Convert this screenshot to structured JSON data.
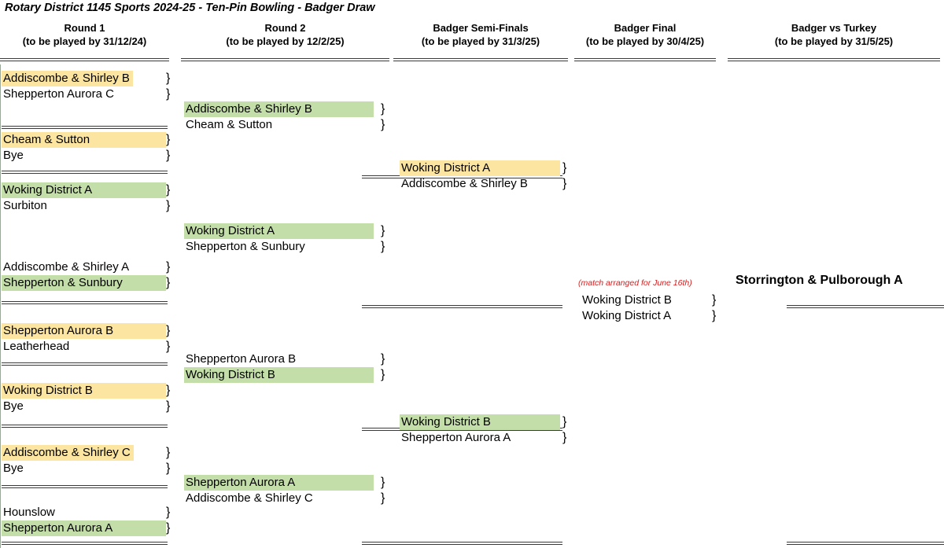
{
  "title": "Rotary District 1145 Sports 2024-25 - Ten-Pin Bowling - Badger Draw",
  "colors": {
    "highlight_amber": "#fce5a0",
    "highlight_green": "#c4dea9",
    "annotation_red": "#d32020",
    "rule": "#3a3a3a"
  },
  "columns": [
    {
      "name": "Round 1",
      "deadline": "(to be played by 31/12/24)"
    },
    {
      "name": "Round 2",
      "deadline": "(to be played by 12/2/25)"
    },
    {
      "name": "Badger Semi-Finals",
      "deadline": "(to be played by 31/3/25)"
    },
    {
      "name": "Badger Final",
      "deadline": "(to be played by 30/4/25)"
    },
    {
      "name": "Badger vs Turkey",
      "deadline": "(to be played by 31/5/25)"
    }
  ],
  "round1": [
    {
      "top": {
        "team": "Addiscombe & Shirley B",
        "highlight": "amber"
      },
      "bottom": {
        "team": "Shepperton Aurora C",
        "highlight": "none"
      }
    },
    {
      "top": {
        "team": "Cheam & Sutton",
        "highlight": "amber"
      },
      "bottom": {
        "team": "Bye",
        "highlight": "none"
      }
    },
    {
      "top": {
        "team": "Woking District A",
        "highlight": "green"
      },
      "bottom": {
        "team": "Surbiton",
        "highlight": "none"
      }
    },
    {
      "top": {
        "team": "Addiscombe & Shirley A",
        "highlight": "none"
      },
      "bottom": {
        "team": "Shepperton & Sunbury",
        "highlight": "green"
      }
    },
    {
      "top": {
        "team": "Shepperton Aurora B",
        "highlight": "amber"
      },
      "bottom": {
        "team": "Leatherhead",
        "highlight": "none"
      }
    },
    {
      "top": {
        "team": "Woking District B",
        "highlight": "amber"
      },
      "bottom": {
        "team": "Bye",
        "highlight": "none"
      }
    },
    {
      "top": {
        "team": "Addiscombe & Shirley C",
        "highlight": "amber"
      },
      "bottom": {
        "team": "Bye",
        "highlight": "none"
      }
    },
    {
      "top": {
        "team": "Hounslow",
        "highlight": "none"
      },
      "bottom": {
        "team": "Shepperton Aurora A",
        "highlight": "green"
      }
    }
  ],
  "round2": [
    {
      "top": {
        "team": "Addiscombe & Shirley B",
        "highlight": "green"
      },
      "bottom": {
        "team": "Cheam & Sutton",
        "highlight": "none"
      }
    },
    {
      "top": {
        "team": "Woking District A",
        "highlight": "green"
      },
      "bottom": {
        "team": "Shepperton & Sunbury",
        "highlight": "none"
      }
    },
    {
      "top": {
        "team": "Shepperton Aurora B",
        "highlight": "none"
      },
      "bottom": {
        "team": "Woking District B",
        "highlight": "green"
      }
    },
    {
      "top": {
        "team": "Shepperton Aurora A",
        "highlight": "green"
      },
      "bottom": {
        "team": "Addiscombe & Shirley C",
        "highlight": "none"
      }
    }
  ],
  "semifinals": [
    {
      "top": {
        "team": "Woking District A",
        "highlight": "amber"
      },
      "bottom": {
        "team": "Addiscombe & Shirley B",
        "highlight": "none"
      }
    },
    {
      "top": {
        "team": "Woking District B",
        "highlight": "green"
      },
      "bottom": {
        "team": "Shepperton Aurora A",
        "highlight": "none"
      }
    }
  ],
  "final": {
    "annotation": "(match arranged for June 16th)",
    "top": {
      "team": "Woking District B",
      "highlight": "none"
    },
    "bottom": {
      "team": "Woking District A",
      "highlight": "none"
    }
  },
  "badger_vs_turkey": {
    "opponent": "Storrington & Pulborough A"
  }
}
